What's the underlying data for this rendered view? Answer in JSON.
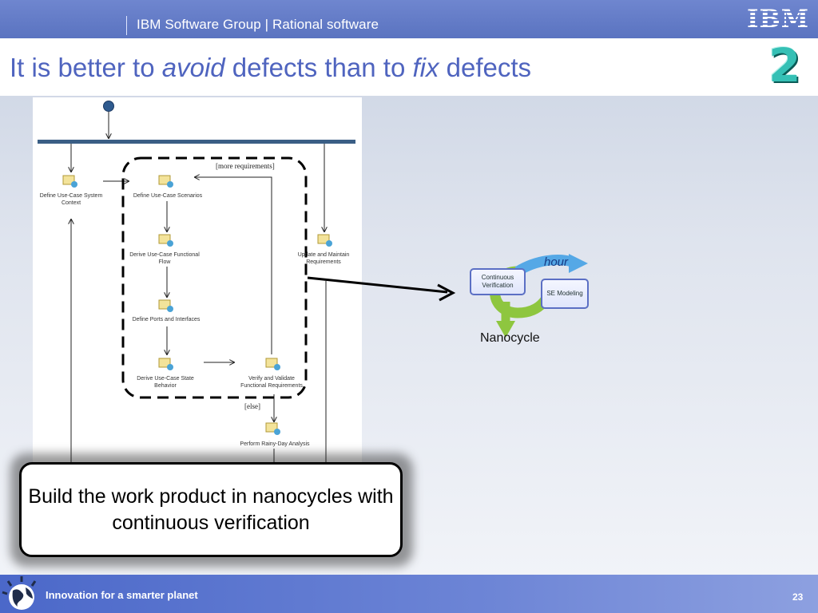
{
  "header": {
    "group": "IBM Software Group | Rational software",
    "logo": "IBM",
    "badge": "2"
  },
  "title": {
    "part1": "It is better to ",
    "avoid": "avoid",
    "part2": " defects than to ",
    "fix": "fix",
    "part3": " defects"
  },
  "diagram": {
    "activities": {
      "context": "Define Use-Case System Context",
      "scenarios": "Define Use-Case Scenarios",
      "functional_flow": "Derive Use-Case Functional Flow",
      "ports": "Define Ports and Interfaces",
      "state": "Derive Use-Case State Behavior",
      "verify": "Verify and Validate Functional Requirements",
      "update": "Update and Maintain Requirements",
      "rainy": "Perform Rainy-Day Analysis"
    },
    "guards": {
      "more": "[more requirements]",
      "else": "[else]"
    }
  },
  "nanocycle": {
    "verification": "Continuous Verification",
    "modeling": "SE Modeling",
    "hour": "hour",
    "label": "Nanocycle",
    "colors": {
      "blue": "#55a8e6",
      "green": "#8ec63f"
    }
  },
  "callout": "Build the work product in nanocycles with continuous verification",
  "footer": {
    "tagline": "Innovation for a smarter planet",
    "page": "23"
  }
}
